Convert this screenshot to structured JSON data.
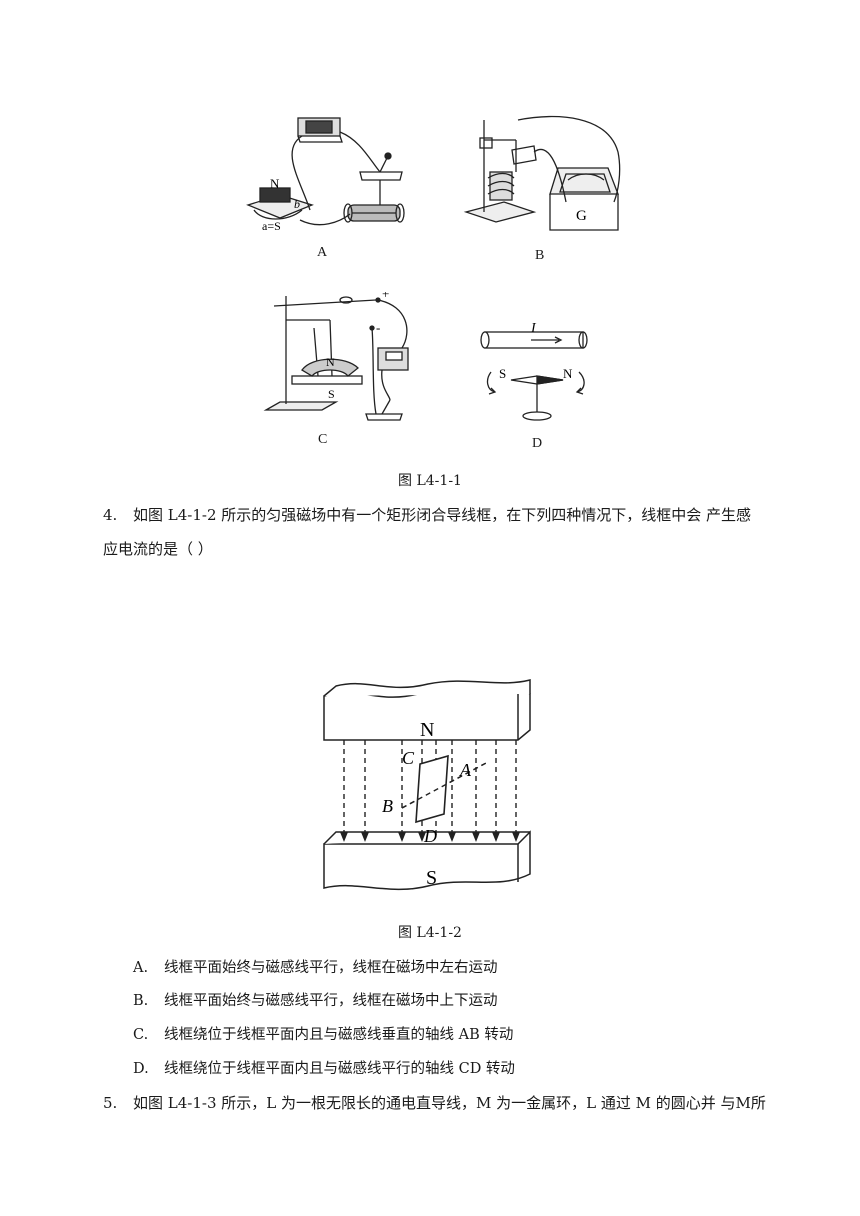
{
  "figure1": {
    "panel_labels": [
      "A",
      "B",
      "C",
      "D"
    ],
    "caption": "图 L4-1-1",
    "a_labels": {
      "n": "N",
      "b": "b",
      "as": "a=S"
    },
    "b_labels": {
      "g": "G"
    },
    "c_labels": {
      "plus": "+",
      "minus": "-",
      "n": "N",
      "s": "S"
    },
    "d_labels": {
      "current": "I",
      "s": "S",
      "n": "N"
    }
  },
  "question4": {
    "number": "4.",
    "text_line1": "如图 L4-1-2 所示的匀强磁场中有一个矩形闭合导线框，在下列四种情况下，线框中会  产生感",
    "text_line2": "应电流的是（        ）"
  },
  "figure2": {
    "caption": "图 L4-1-2",
    "labels": {
      "n": "N",
      "s": "S",
      "a": "A",
      "b": "B",
      "c": "C",
      "d": "D"
    }
  },
  "options": [
    {
      "label": "A.",
      "text": "线框平面始终与磁感线平行，线框在磁场中左右运动"
    },
    {
      "label": "B.",
      "text": "线框平面始终与磁感线平行，线框在磁场中上下运动"
    },
    {
      "label": "C.",
      "text": "线框绕位于线框平面内且与磁感线垂直的轴线 AB 转动"
    },
    {
      "label": "D.",
      "text": "线框绕位于线框平面内且与磁感线平行的轴线 CD 转动"
    }
  ],
  "question5": {
    "number": "5.",
    "text_line1": "如图 L4-1-3 所示，L 为一根无限长的通电直导线，M 为一金属环，L 通过 M 的圆心并  与M所"
  }
}
